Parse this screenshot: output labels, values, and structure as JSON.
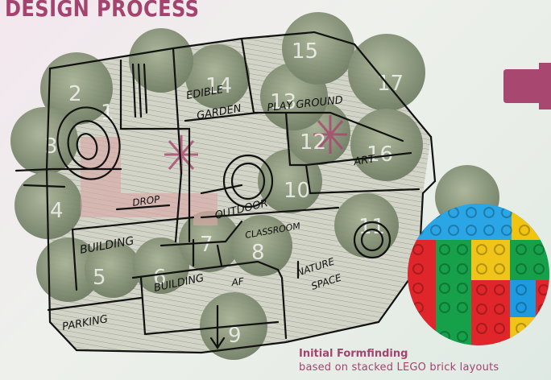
{
  "heading": "DESIGN PROCESS",
  "caption": {
    "title": "Initial Formfinding",
    "subtitle": "based on stacked LEGO brick layouts"
  },
  "sketch_labels": {
    "edible_garden_1": "EDIBLE",
    "edible_garden_2": "GARDEN",
    "play_ground": "PLAY GROUND",
    "art": "ART",
    "drop": "DROP",
    "outdoor_classroom_1": "OUTDOOR",
    "outdoor_classroom_2": "CLASSROOM",
    "building_1": "BUILDING",
    "building_2": "BUILDING",
    "af": "AF",
    "nature_space_1": "NATURE",
    "nature_space_2": "SPACE",
    "parking": "PARKING"
  },
  "tree_numbers": [
    "1",
    "2",
    "3",
    "4",
    "5",
    "6",
    "7",
    "8",
    "9",
    "10",
    "11",
    "12",
    "13",
    "14",
    "15",
    "16",
    "17"
  ],
  "colors": {
    "accent": "#a5436f",
    "arrow": "#a8476f",
    "ink": "#111111",
    "tree_fill": "#8d9a7c",
    "ground": "#c9ccbd",
    "pink_zone": "#d9a9a8"
  },
  "icons": {
    "arrow": "right-arrow-icon",
    "lego": "lego-bricks-photo"
  }
}
